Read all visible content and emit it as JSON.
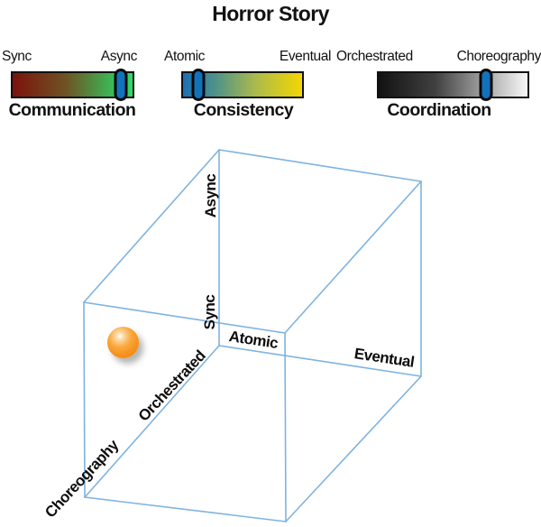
{
  "title": "Horror Story",
  "sliders": [
    {
      "name": "Communication",
      "left_label": "Sync",
      "right_label": "Async",
      "selected_end": "Async",
      "value_pct": 90.5,
      "gradient_stops": [
        "#7d120c 0%",
        "#6e5424 45%",
        "#2fd162 92%",
        "#31da66 100%"
      ],
      "thumb_color": "#1272bc"
    },
    {
      "name": "Consistency",
      "left_label": "Atomic",
      "right_label": "Eventual",
      "selected_end": "Atomic",
      "value_pct": 13,
      "gradient_stops": [
        "#1c70b5 0%",
        "#559684 30%",
        "#aebb4a 62%",
        "#f4d602 100%"
      ],
      "thumb_color": "#1272bc"
    },
    {
      "name": "Coordination",
      "left_label": "Orchestrated",
      "right_label": "Choreography",
      "selected_end": "Choreography",
      "value_pct": 72,
      "gradient_stops": [
        "#121212 0%",
        "#404040 38%",
        "#b9b9b9 78%",
        "#f7f7f7 100%"
      ],
      "thumb_color": "#1272bc"
    }
  ],
  "cube": {
    "line_color": "#7eb3e0",
    "labels": {
      "z_top": "Async",
      "z_bottom": "Sync",
      "x_near": "Atomic",
      "x_far": "Eventual",
      "y_near": "Orchestrated",
      "y_far": "Choreography"
    }
  },
  "marker": {
    "shape": "sphere",
    "color": "#f7941e"
  }
}
